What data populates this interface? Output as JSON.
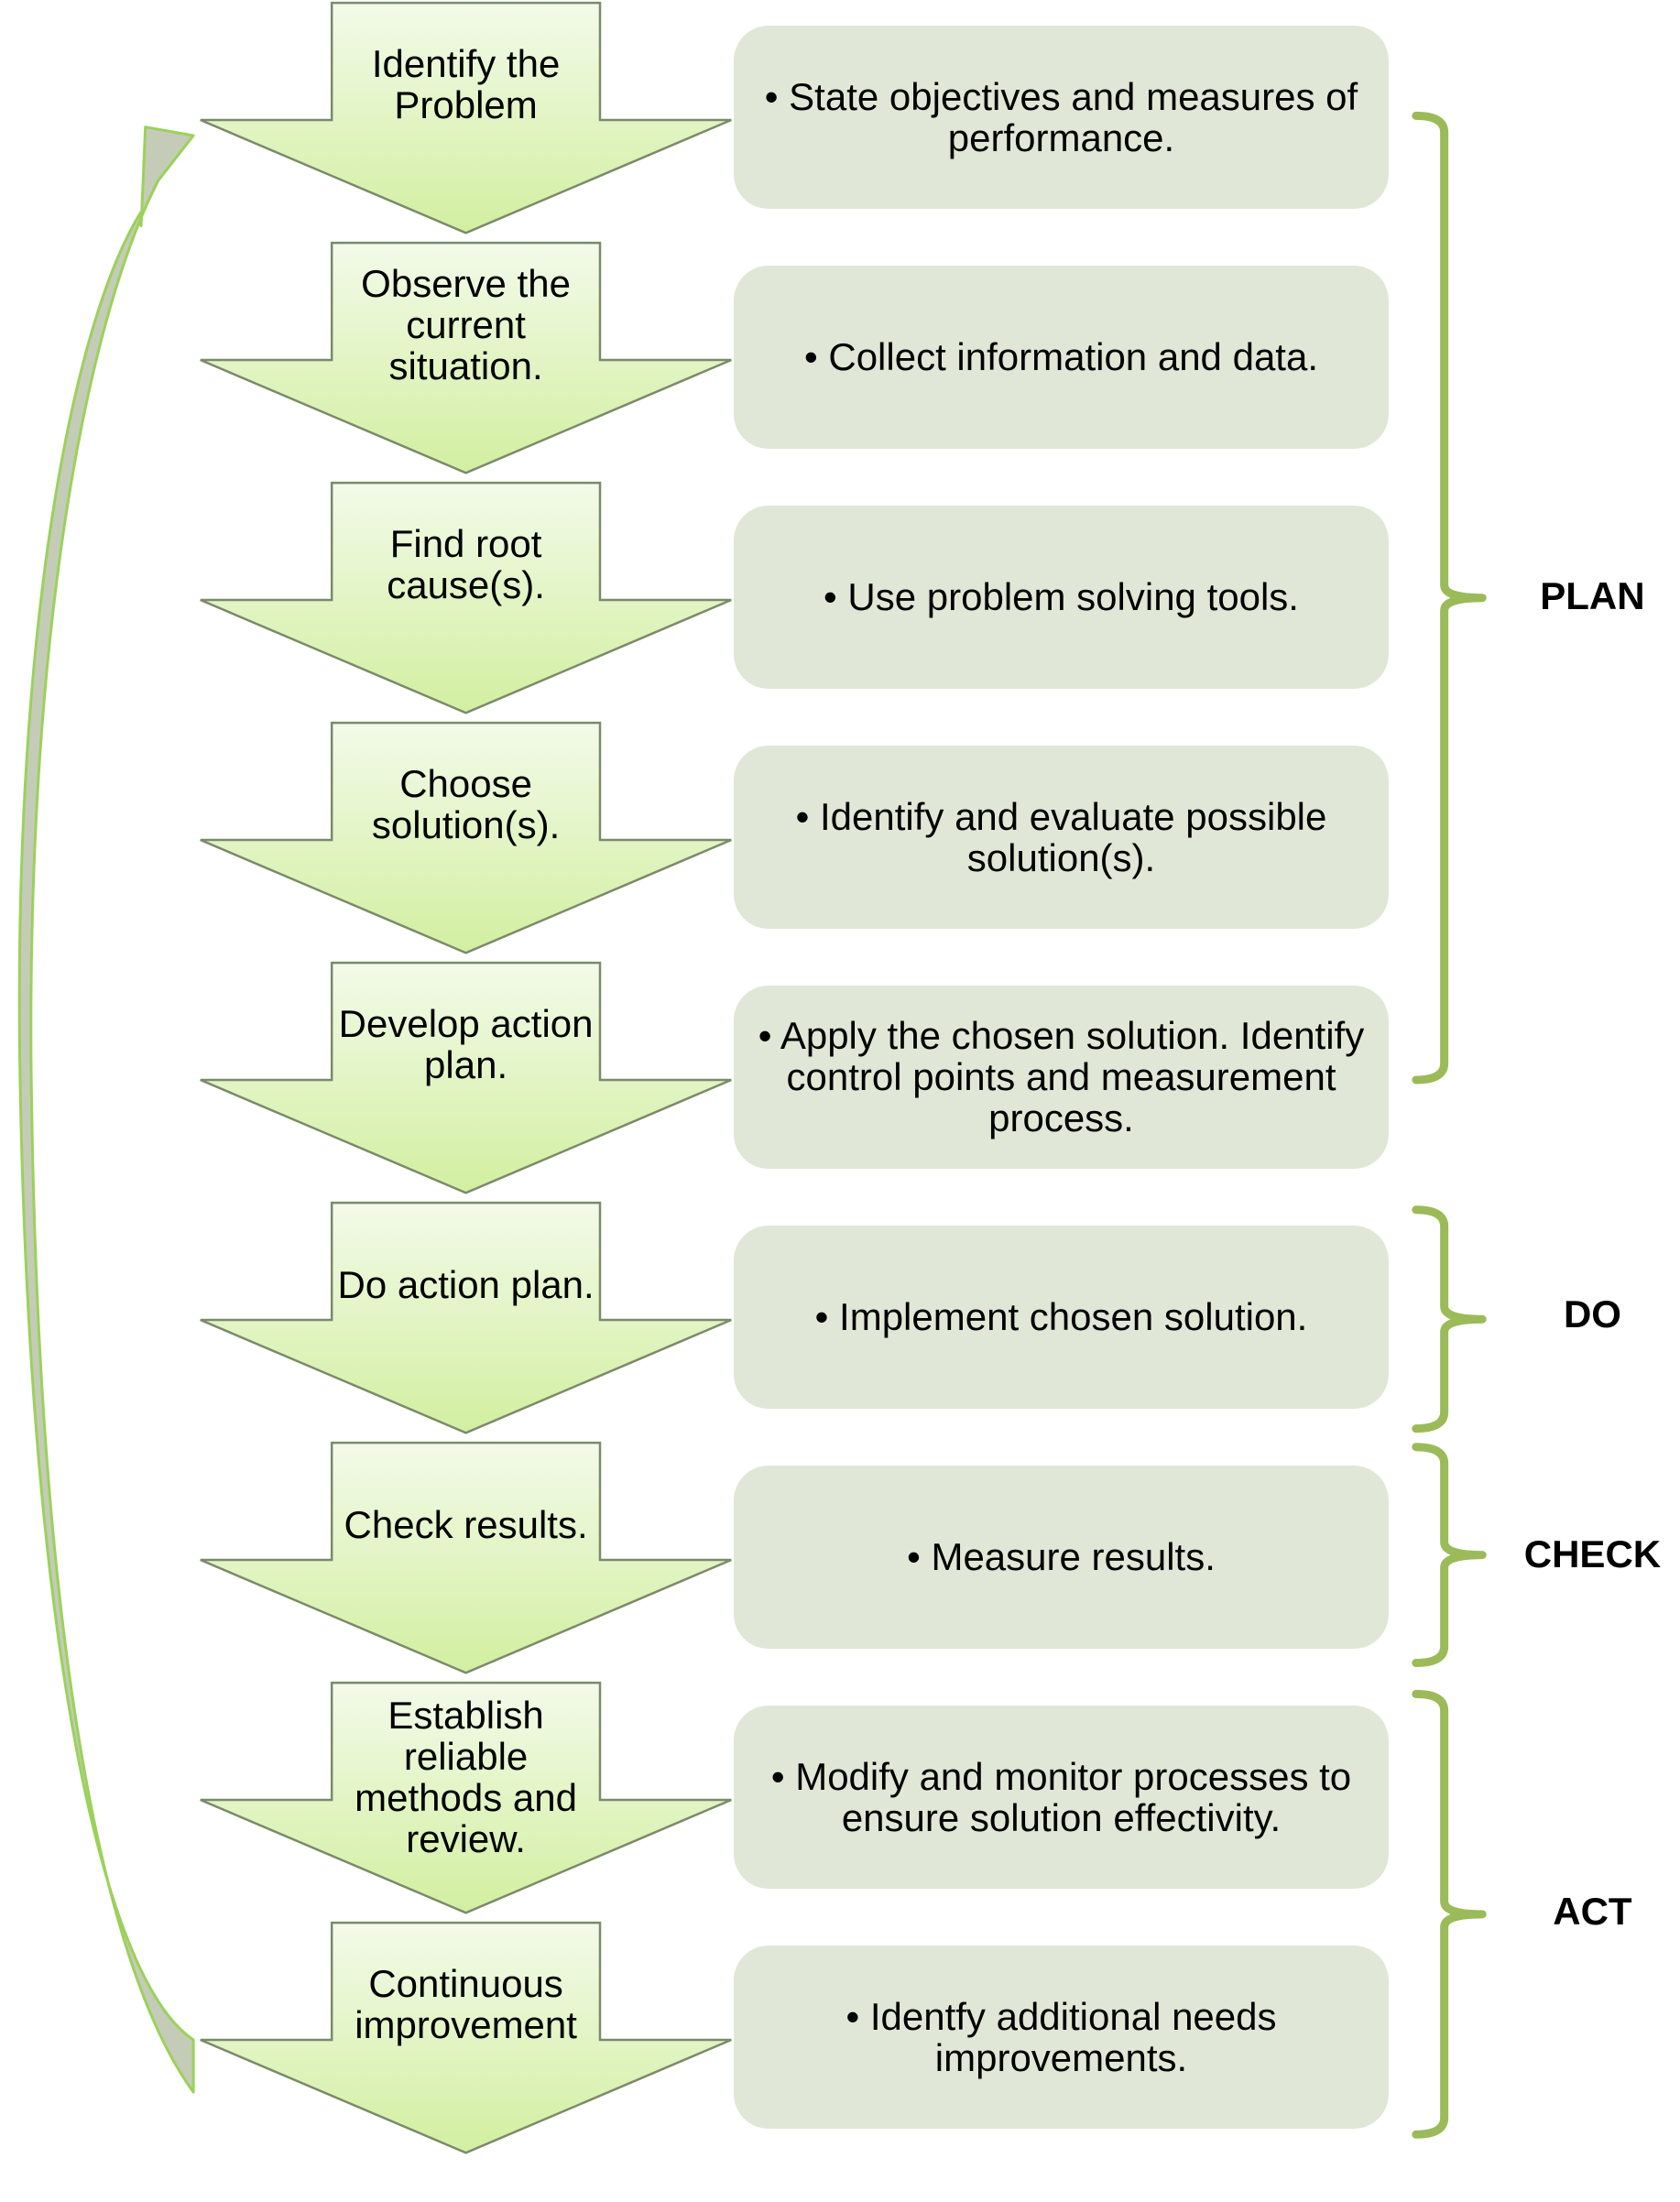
{
  "diagram": {
    "steps": [
      {
        "label": "Identify the Problem",
        "description": "• State objectives and measures of performance."
      },
      {
        "label": "Observe the current situation.",
        "description": "• Collect information and data."
      },
      {
        "label": "Find root cause(s).",
        "description": "• Use problem solving tools."
      },
      {
        "label": "Choose solution(s).",
        "description": "• Identify and evaluate possible solution(s)."
      },
      {
        "label": "Develop action plan.",
        "description": "• Apply the chosen solution. Identify control points and measurement process."
      },
      {
        "label": "Do action plan.",
        "description": "• Implement chosen solution."
      },
      {
        "label": "Check results.",
        "description": "• Measure results."
      },
      {
        "label": "Establish reliable methods and review.",
        "description": "• Modify and monitor processes to ensure solution effectivity."
      },
      {
        "label": "Continuous improvement",
        "description": "• Identfy additional needs improvements."
      }
    ],
    "phases": [
      {
        "label": "PLAN",
        "from_step": 1,
        "to_step": 5
      },
      {
        "label": "DO",
        "from_step": 6,
        "to_step": 6
      },
      {
        "label": "CHECK",
        "from_step": 7,
        "to_step": 7
      },
      {
        "label": "ACT",
        "from_step": 8,
        "to_step": 9
      }
    ],
    "colors": {
      "arrow_fill_top": "#f1f9e4",
      "arrow_fill_bottom": "#d4f0a4",
      "arrow_stroke": "#7a8a6a",
      "box_fill": "#e1e7d6",
      "brace": "#9bbb59",
      "loop_fill": "#c4ccb8",
      "loop_stroke": "#9bd15a"
    }
  }
}
